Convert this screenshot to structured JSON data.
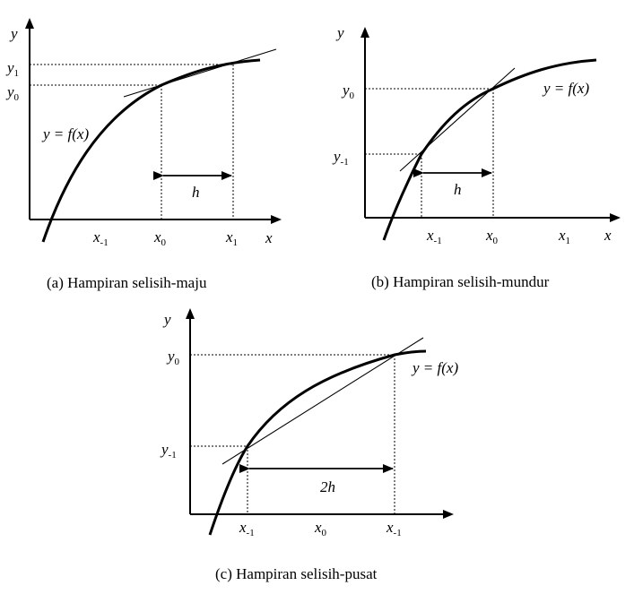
{
  "panels": {
    "a": {
      "caption": "(a) Hampiran selisih-maju",
      "axis_y": "y",
      "axis_x": "x",
      "y_ticks": [
        {
          "base": "y",
          "sub": "1"
        },
        {
          "base": "y",
          "sub": "0"
        }
      ],
      "x_ticks": [
        {
          "base": "x",
          "sub": "-1"
        },
        {
          "base": "x",
          "sub": "0"
        },
        {
          "base": "x",
          "sub": "1"
        }
      ],
      "curve_label": "y = f(x)",
      "interval_label": "h"
    },
    "b": {
      "caption": "(b) Hampiran selisih-mundur",
      "axis_y": "y",
      "axis_x": "x",
      "y_ticks": [
        {
          "base": "y",
          "sub": "0"
        },
        {
          "base": "y",
          "sub": "-1"
        }
      ],
      "x_ticks": [
        {
          "base": "x",
          "sub": "-1"
        },
        {
          "base": "x",
          "sub": "0"
        },
        {
          "base": "x",
          "sub": "1"
        }
      ],
      "curve_label": "y = f(x)",
      "interval_label": "h"
    },
    "c": {
      "caption": "(c) Hampiran selisih-pusat",
      "axis_y": "y",
      "y_ticks": [
        {
          "base": "y",
          "sub": "0"
        },
        {
          "base": "y",
          "sub": "-1"
        }
      ],
      "x_ticks": [
        {
          "base": "x",
          "sub": "-1"
        },
        {
          "base": "x",
          "sub": "0"
        },
        {
          "base": "x",
          "sub": "-1"
        }
      ],
      "curve_label": "y = f(x)",
      "interval_label": "2h"
    }
  }
}
